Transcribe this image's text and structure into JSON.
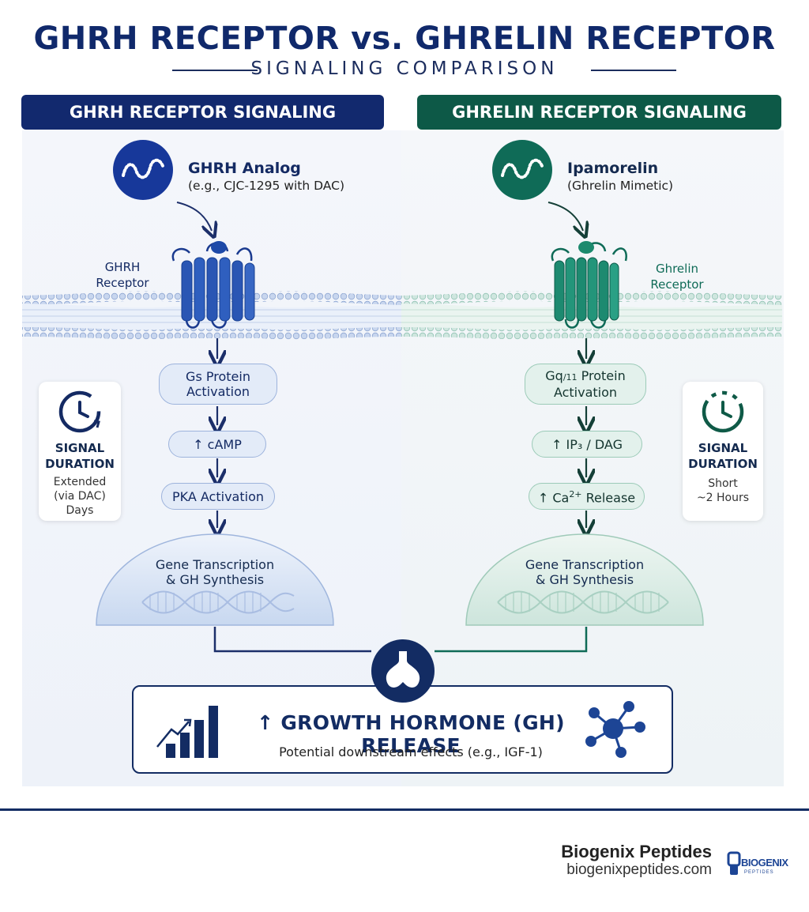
{
  "title": "GHRH RECEPTOR vs. GHRELIN RECEPTOR",
  "subtitle": "SIGNALING COMPARISON",
  "left": {
    "header": "GHRH RECEPTOR SIGNALING",
    "ligand_name": "GHRH Analog",
    "ligand_sub": "(e.g., CJC-1295 with DAC)",
    "receptor_line1": "GHRH",
    "receptor_line2": "Receptor",
    "step1_line1": "Gs Protein",
    "step1_line2": "Activation",
    "step2": "↑ cAMP",
    "step3": "PKA Activation",
    "gene_line1": "Gene Transcription",
    "gene_line2": "& GH Synthesis",
    "duration_title1": "SIGNAL",
    "duration_title2": "DURATION",
    "duration_line1": "Extended",
    "duration_line2": "(via DAC)",
    "duration_line3": "Days",
    "color": "#1a3a8f"
  },
  "right": {
    "header": "GHRELIN RECEPTOR SIGNALING",
    "ligand_name": "Ipamorelin",
    "ligand_sub": "(Ghrelin Mimetic)",
    "receptor_line1": "Ghrelin",
    "receptor_line2": "Receptor",
    "step1_line1_main": "Gq",
    "step1_line1_sub": "/11",
    "step1_line1_tail": " Protein",
    "step1_line2": "Activation",
    "step2": "↑ IP₃ / DAG",
    "step3_main": "↑ Ca",
    "step3_sup": "2+",
    "step3_tail": " Release",
    "gene_line1": "Gene Transcription",
    "gene_line2": "& GH Synthesis",
    "duration_title1": "SIGNAL",
    "duration_title2": "DURATION",
    "duration_line1": "Short",
    "duration_line2": "~2 Hours",
    "color": "#0f6b57"
  },
  "result": {
    "title": "↑ GROWTH HORMONE (GH) RELEASE",
    "subtitle": "Potential downstream effects (e.g., IGF-1)"
  },
  "footer": {
    "brand": "Biogenix Peptides",
    "site": "biogenixpeptides.com",
    "logo_text": "BIOGENIX",
    "logo_subtext": "PEPTIDES"
  }
}
